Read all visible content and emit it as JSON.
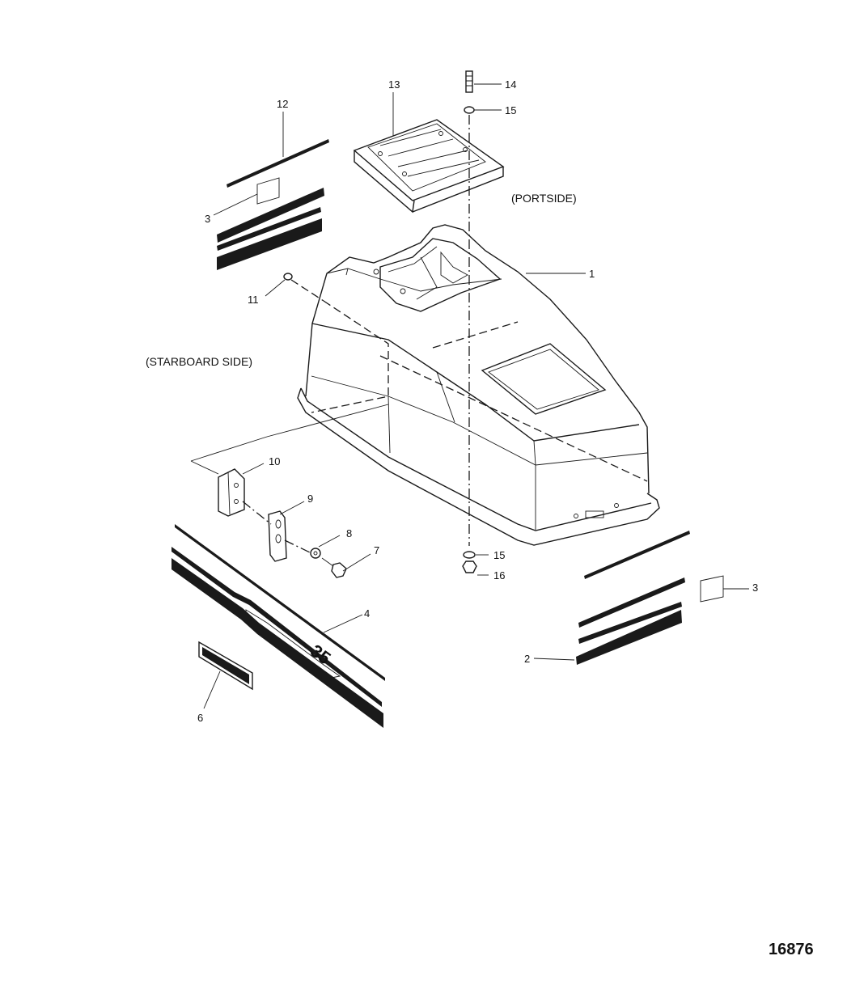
{
  "diagram": {
    "side_labels": {
      "portside": "(PORTSIDE)",
      "starboard": "(STARBOARD SIDE)"
    },
    "figure_number": "16876",
    "emblem_text": "35",
    "callouts": [
      {
        "id": "c1",
        "label": "1"
      },
      {
        "id": "c2",
        "label": "2"
      },
      {
        "id": "c3a",
        "label": "3"
      },
      {
        "id": "c3b",
        "label": "3"
      },
      {
        "id": "c4",
        "label": "4"
      },
      {
        "id": "c6",
        "label": "6"
      },
      {
        "id": "c7",
        "label": "7"
      },
      {
        "id": "c8",
        "label": "8"
      },
      {
        "id": "c9",
        "label": "9"
      },
      {
        "id": "c10",
        "label": "10"
      },
      {
        "id": "c11",
        "label": "11"
      },
      {
        "id": "c12",
        "label": "12"
      },
      {
        "id": "c13",
        "label": "13"
      },
      {
        "id": "c14",
        "label": "14"
      },
      {
        "id": "c15a",
        "label": "15"
      },
      {
        "id": "c15b",
        "label": "15"
      },
      {
        "id": "c16",
        "label": "16"
      }
    ]
  }
}
